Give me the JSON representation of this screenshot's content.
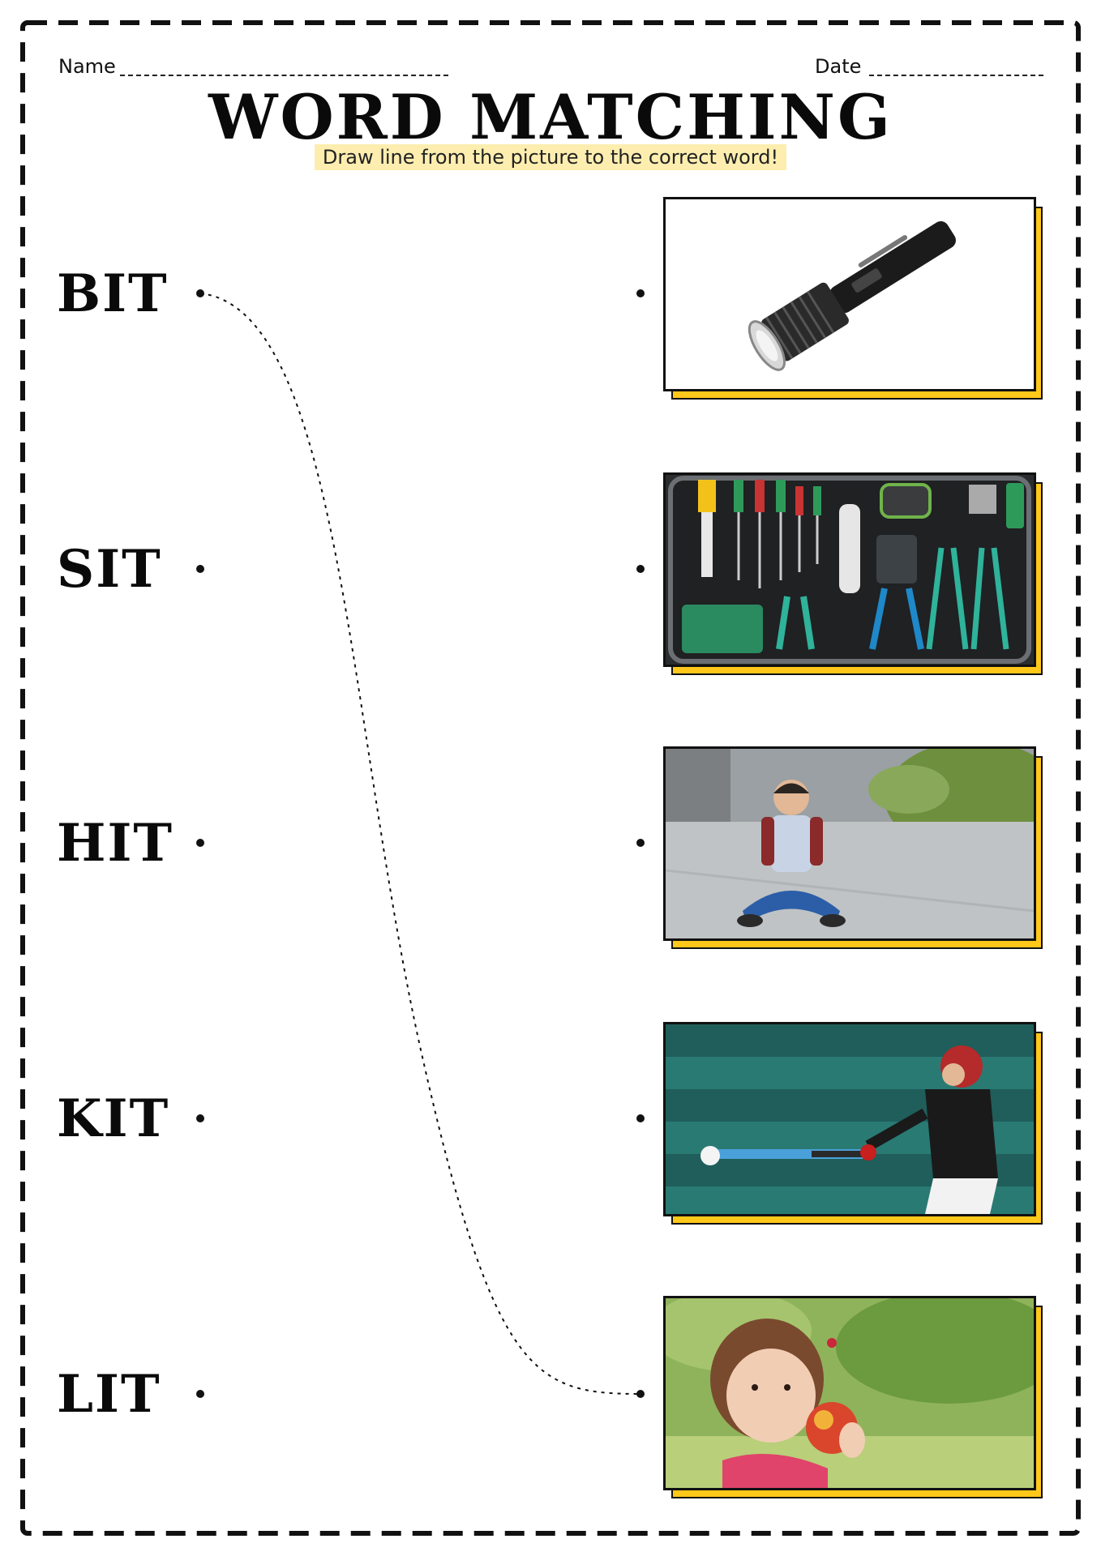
{
  "header": {
    "name_label": "Name",
    "date_label": "Date",
    "title": "WORD MATCHING",
    "subtitle": "Draw line from the picture to the correct word!"
  },
  "words": [
    {
      "label": "BIT"
    },
    {
      "label": "SIT"
    },
    {
      "label": "HIT"
    },
    {
      "label": "KIT"
    },
    {
      "label": "LIT"
    }
  ],
  "pictures": [
    {
      "name": "flashlight-picture"
    },
    {
      "name": "tool-kit-picture"
    },
    {
      "name": "sitting-boy-picture"
    },
    {
      "name": "baseball-hit-picture"
    },
    {
      "name": "child-bite-apple-picture"
    }
  ],
  "example_match": {
    "from_word": "BIT",
    "to_picture": "child-bite-apple-picture"
  },
  "colors": {
    "accent_yellow": "#ffc81a",
    "subtitle_highlight": "#fdeeb0",
    "ink": "#111111"
  }
}
